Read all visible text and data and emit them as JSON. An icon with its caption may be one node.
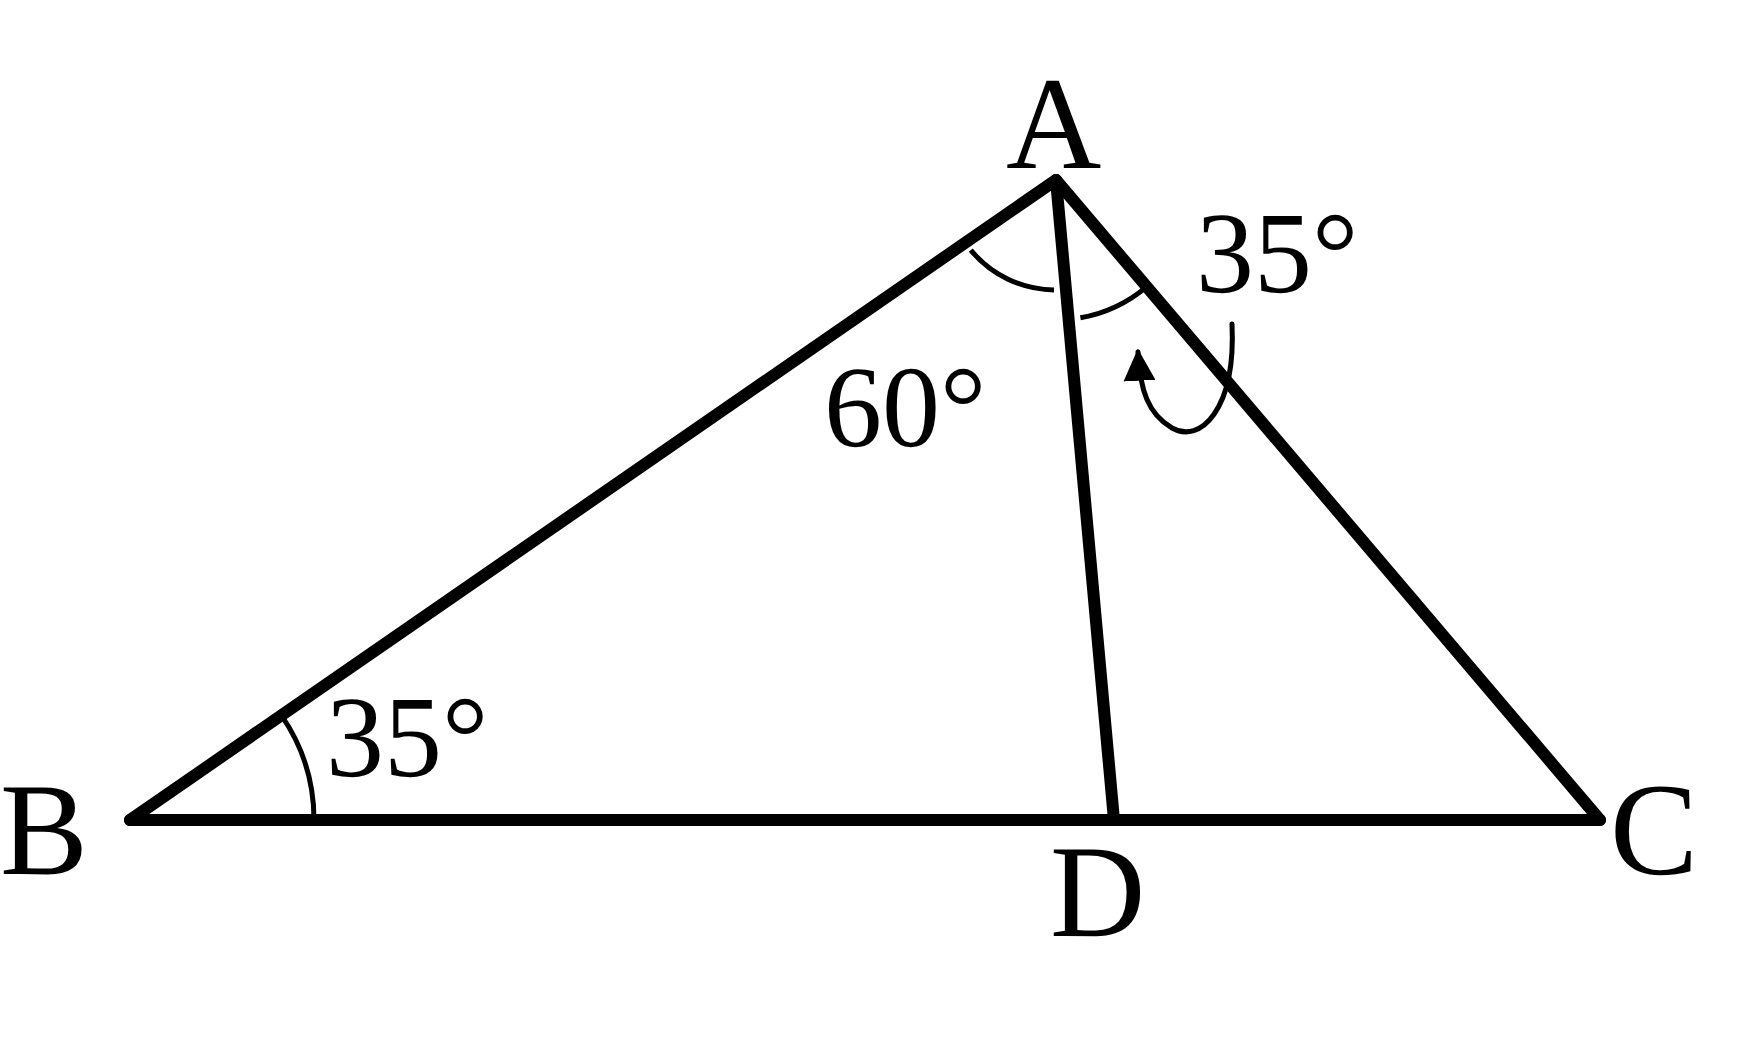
{
  "diagram": {
    "nodes": [
      {
        "text": [
          "A"
        ]
      },
      {
        "text": [
          "B"
        ]
      },
      {
        "text": [
          "C"
        ]
      },
      {
        "text": [
          "D"
        ]
      },
      {
        "text": [
          "35°"
        ]
      },
      {
        "text": [],
        "shape": "arc"
      }
    ],
    "edges": [
      {
        "from": 0,
        "to": 1,
        "arrow": "none"
      },
      {
        "from": 0,
        "to": 2,
        "arrow": "none"
      },
      {
        "from": 1,
        "to": 3,
        "arrow": "none"
      },
      {
        "from": 3,
        "to": 2,
        "arrow": "none"
      },
      {
        "from": 0,
        "to": 3,
        "arrow": "none"
      },
      {
        "from": 4,
        "to": 5,
        "arrow": "to"
      }
    ],
    "labels": [
      "60°",
      "35°"
    ]
  }
}
